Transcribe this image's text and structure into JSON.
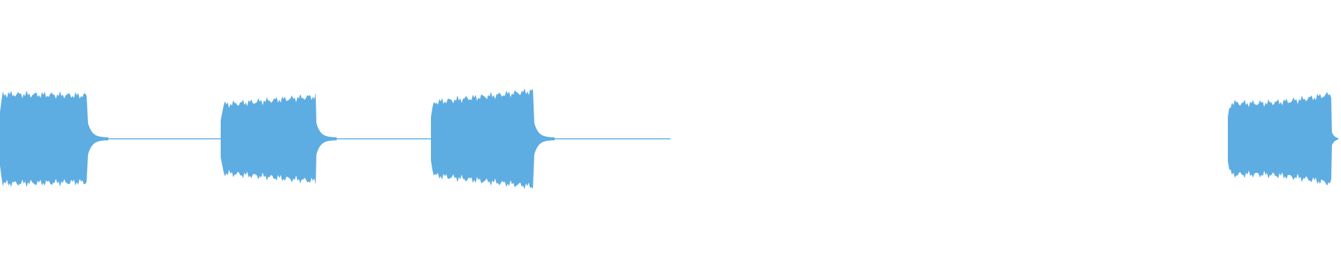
{
  "waveform": {
    "color": "#5dade2",
    "segments": [
      {
        "amp_start": 0.58,
        "amp_end": 0.56,
        "tail_decay": 0.22,
        "shape": "sustain"
      },
      {
        "amp_start": 0.44,
        "amp_end": 0.55,
        "tail_decay": 0.22,
        "shape": "sustain"
      },
      {
        "amp_start": 0.47,
        "amp_end": 0.62,
        "tail_decay": 0.22,
        "shape": "swell"
      },
      {
        "amp_start": 0.47,
        "amp_end": 0.58,
        "tail_decay": 0.0,
        "shape": "dip-swell"
      }
    ]
  }
}
